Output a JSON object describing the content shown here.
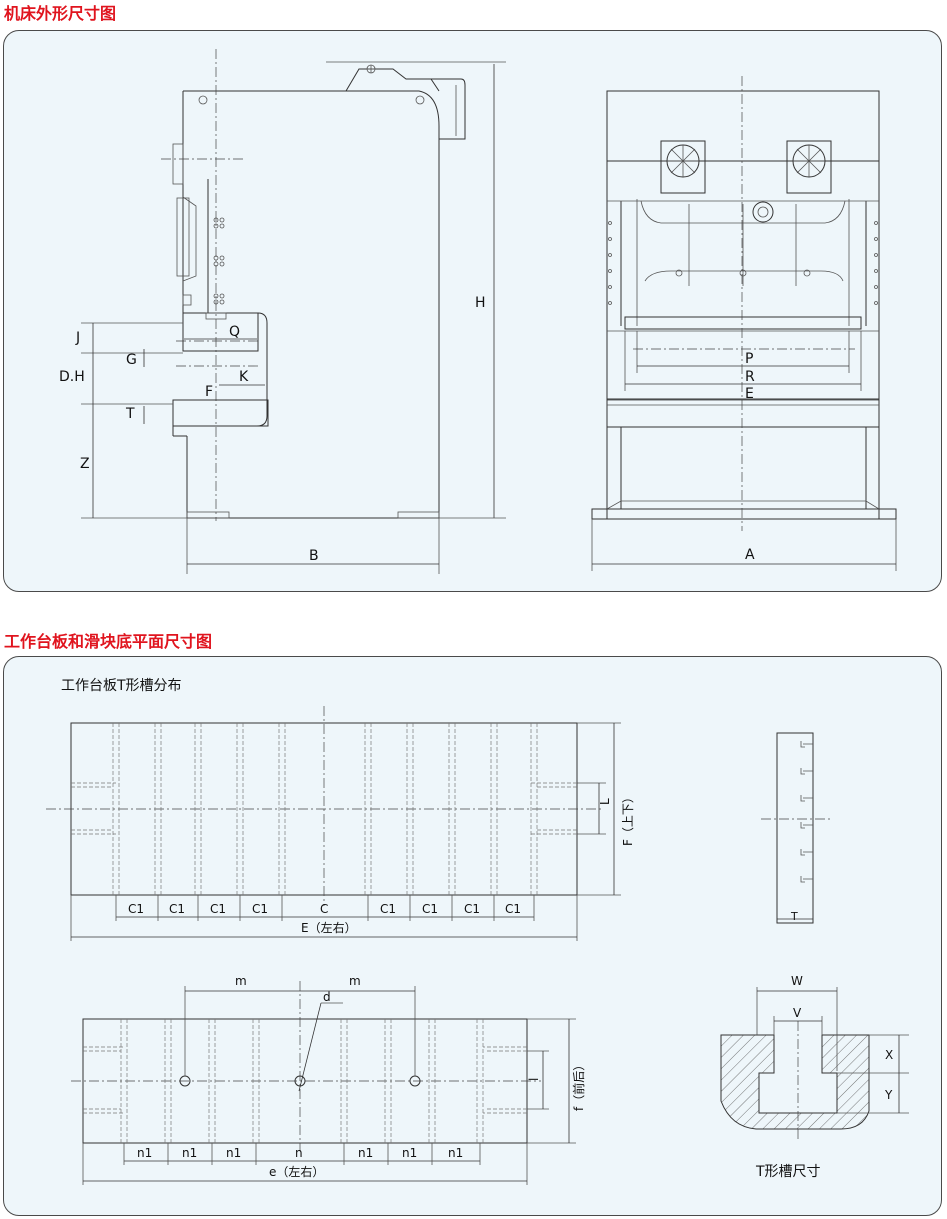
{
  "section1": {
    "title": "机床外形尺寸图"
  },
  "section2": {
    "title": "工作台板和滑块底平面尺寸图",
    "subtitle": "工作台板T形槽分布",
    "tslot_caption": "T形槽尺寸"
  },
  "side_view_labels": {
    "J": "J",
    "Q": "Q",
    "G": "G",
    "DH": "D.H",
    "K": "K",
    "F": "F",
    "T": "T",
    "Z": "Z",
    "H": "H",
    "B": "B"
  },
  "front_view_labels": {
    "P": "P",
    "R": "R",
    "E": "E",
    "A": "A"
  },
  "bolster": {
    "pitch": "C1",
    "center": "C",
    "width": "E（左右）",
    "depth": "F（上下）",
    "L": "L",
    "T": "T"
  },
  "slide": {
    "pitch": "n1",
    "center": "n",
    "width": "e（左右）",
    "depth": "f（前后）",
    "m": "m",
    "d": "d",
    "l": "l"
  },
  "tslot": {
    "W": "W",
    "V": "V",
    "X": "X",
    "Y": "Y"
  },
  "colors": {
    "title_red": "#e0141e",
    "panel_bg": "#eef6fa",
    "line": "#333333"
  }
}
